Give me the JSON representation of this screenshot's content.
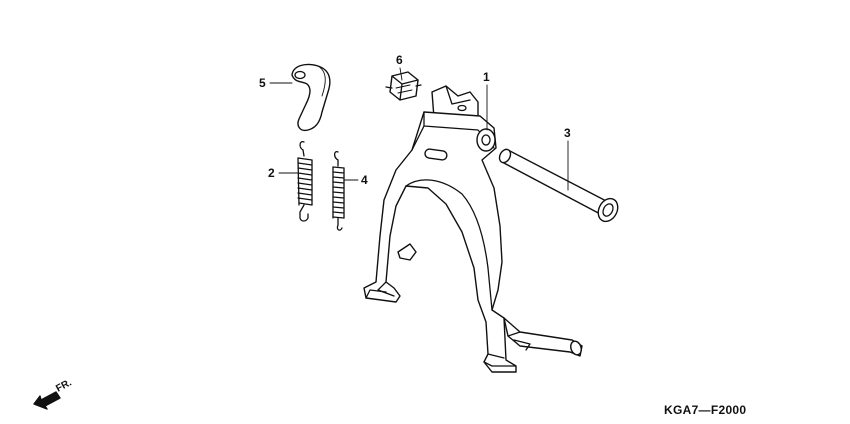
{
  "diagram": {
    "callouts": [
      {
        "id": "1",
        "label": "1"
      },
      {
        "id": "2",
        "label": "2"
      },
      {
        "id": "3",
        "label": "3"
      },
      {
        "id": "4",
        "label": "4"
      },
      {
        "id": "5",
        "label": "5"
      },
      {
        "id": "6",
        "label": "6"
      }
    ],
    "direction_label": "FR.",
    "diagram_code": "KGA7—F2000"
  }
}
